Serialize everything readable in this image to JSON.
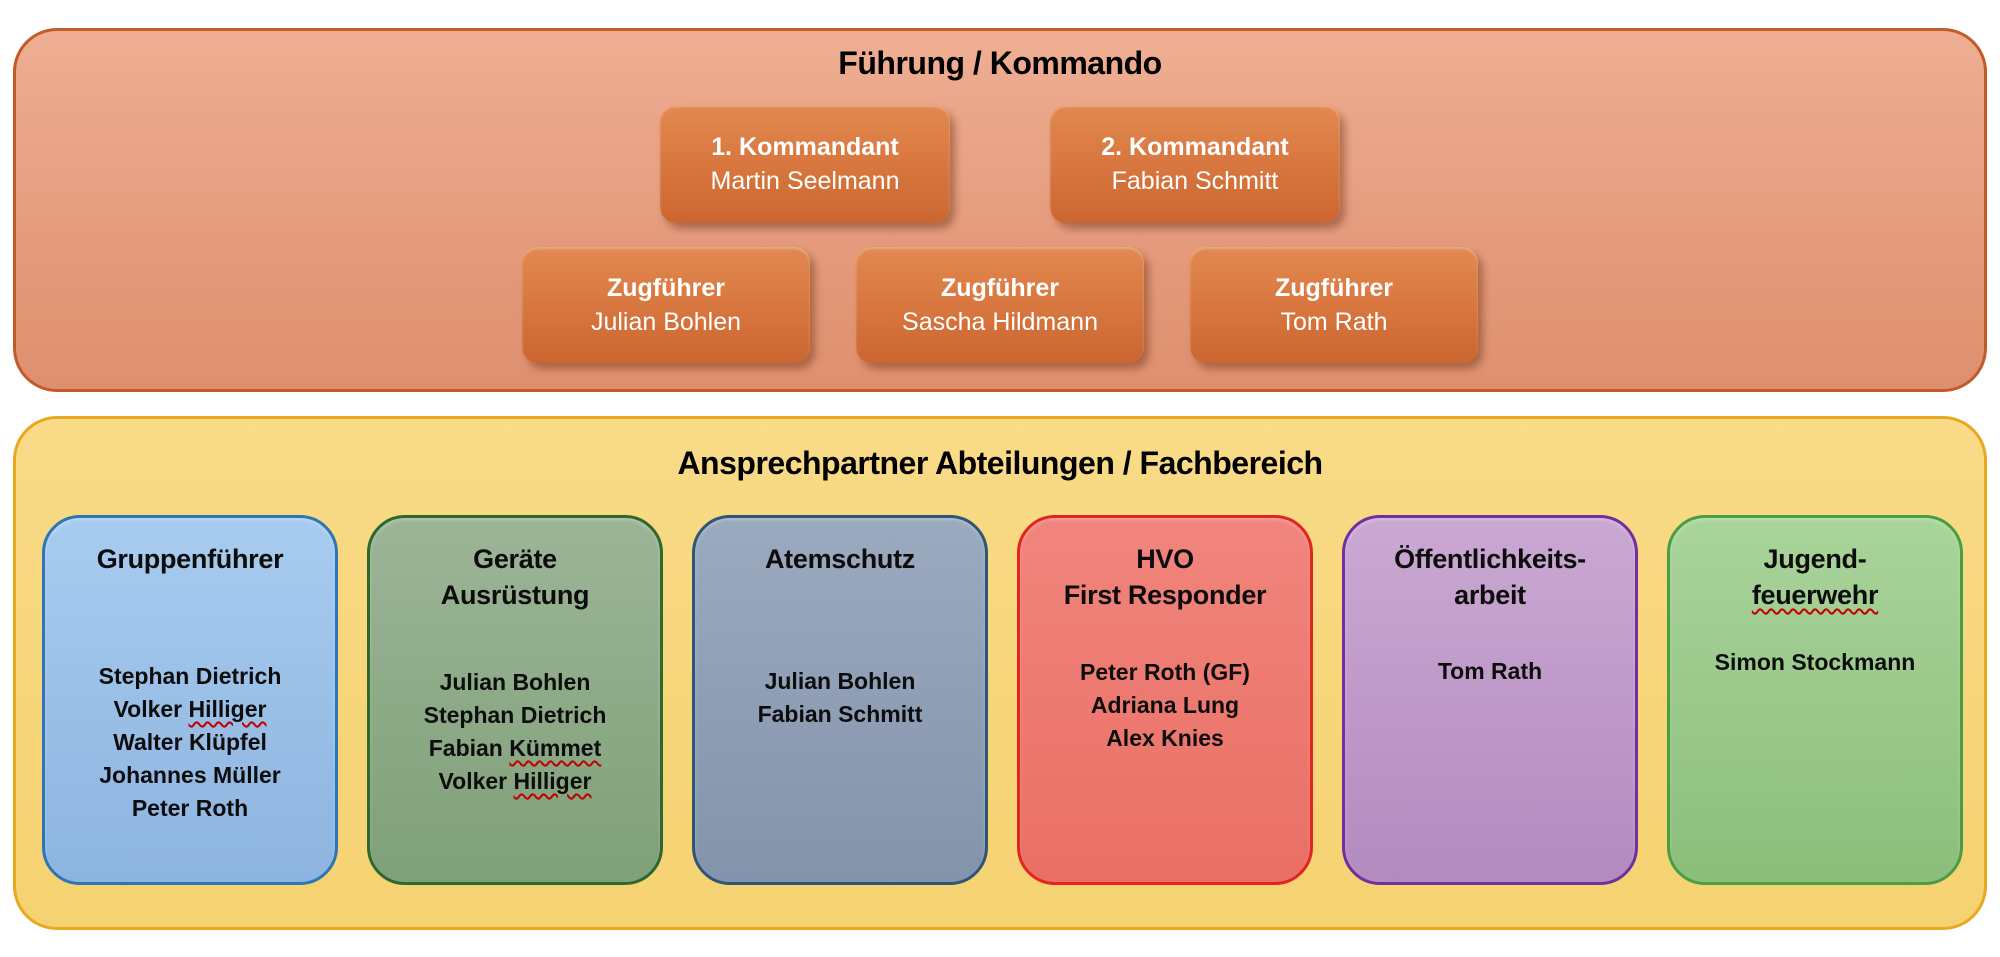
{
  "kommando": {
    "title": "Führung / Kommando",
    "row1": [
      {
        "role": "1. Kommandant",
        "name": "Martin Seelmann"
      },
      {
        "role": "2. Kommandant",
        "name": "Fabian Schmitt"
      }
    ],
    "row2": [
      {
        "role": "Zugführer",
        "name": "Julian Bohlen"
      },
      {
        "role": "Zugführer",
        "name": "Sascha Hildmann"
      },
      {
        "role": "Zugführer",
        "name": "Tom Rath"
      }
    ]
  },
  "abteilungen": {
    "title": "Ansprechpartner Abteilungen / Fachbereich",
    "departments": [
      {
        "title_lines": [
          [
            {
              "t": "Gruppenführer"
            }
          ]
        ],
        "members": [
          [
            {
              "t": "Stephan Dietrich"
            }
          ],
          [
            {
              "t": "Volker "
            },
            {
              "t": "Hilliger",
              "misspelled": true
            }
          ],
          [
            {
              "t": "Walter Klüpfel"
            }
          ],
          [
            {
              "t": "Johannes Müller"
            }
          ],
          [
            {
              "t": "Peter Roth"
            }
          ]
        ],
        "colors": {
          "fill_top": "#A8CCEF",
          "fill_bottom": "#8DB4E0",
          "border": "#2E75B6"
        }
      },
      {
        "title_lines": [
          [
            {
              "t": "Geräte"
            }
          ],
          [
            {
              "t": "Ausrüstung"
            }
          ]
        ],
        "members": [
          [
            {
              "t": "Julian Bohlen"
            }
          ],
          [
            {
              "t": "Stephan Dietrich"
            }
          ],
          [
            {
              "t": "Fabian "
            },
            {
              "t": "Kümmet",
              "misspelled": true
            }
          ],
          [
            {
              "t": "Volker "
            },
            {
              "t": "Hilliger",
              "misspelled": true
            }
          ]
        ],
        "colors": {
          "fill_top": "#9CB597",
          "fill_bottom": "#7FA078",
          "border": "#2D682D"
        }
      },
      {
        "title_lines": [
          [
            {
              "t": "Atemschutz"
            }
          ]
        ],
        "members": [
          [
            {
              "t": "Julian Bohlen"
            }
          ],
          [
            {
              "t": "Fabian Schmitt"
            }
          ]
        ],
        "colors": {
          "fill_top": "#9BAABF",
          "fill_bottom": "#8393AB",
          "border": "#2F5675"
        }
      },
      {
        "title_lines": [
          [
            {
              "t": "HVO"
            }
          ],
          [
            {
              "t": "First Responder"
            }
          ]
        ],
        "members": [
          [
            {
              "t": "Peter Roth (GF)"
            }
          ],
          [
            {
              "t": "Adriana Lung"
            }
          ],
          [
            {
              "t": "Alex Knies"
            }
          ]
        ],
        "colors": {
          "fill_top": "#F0857D",
          "fill_bottom": "#EA6F64",
          "border": "#E32420"
        }
      },
      {
        "title_lines": [
          [
            {
              "t": "Öffentlichkeits-"
            }
          ],
          [
            {
              "t": "arbeit"
            }
          ]
        ],
        "members": [
          [
            {
              "t": "Tom Rath"
            }
          ]
        ],
        "colors": {
          "fill_top": "#CBA8D3",
          "fill_bottom": "#B28BBF",
          "border": "#7030A0"
        }
      },
      {
        "title_lines": [
          [
            {
              "t": "Jugend-"
            }
          ],
          [
            {
              "t": "feuerwehr",
              "misspelled": true
            }
          ]
        ],
        "members": [
          [
            {
              "t": "Simon Stockmann"
            }
          ]
        ],
        "colors": {
          "fill_top": "#A9D49B",
          "fill_bottom": "#8CBE7B",
          "border": "#4A9D40"
        }
      }
    ]
  },
  "colors": {
    "page_background": "#FFFFFF",
    "kommando_fill_top": "#EFAE93",
    "kommando_fill_bottom": "#DE906E",
    "kommando_border": "#C25A2A",
    "role_box_fill_top": "#E28950",
    "role_box_fill_bottom": "#CC6630",
    "role_box_text": "#FFFFFF",
    "abteilungen_fill_top": "#F9DB88",
    "abteilungen_fill_bottom": "#F5D271",
    "abteilungen_border": "#E9A81E",
    "title_text": "#000000",
    "squiggle": "#C00000"
  }
}
